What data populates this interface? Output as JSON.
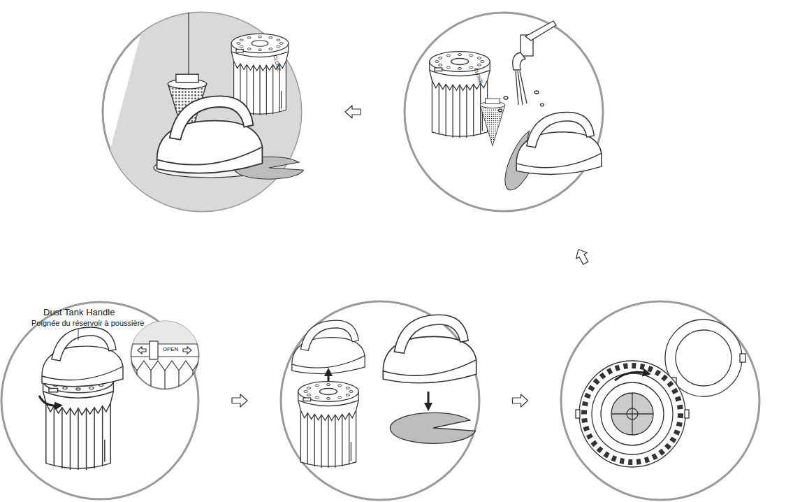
{
  "diagram": {
    "nodes": [
      {
        "text": [
          "CLOSE"
        ]
      },
      {
        "text": [
          "CLOSE"
        ]
      },
      {
        "text": [
          "Dust Tank Handle",
          "Poignée du réservoir à poussière"
        ]
      },
      {
        "text": [
          "OPEN"
        ],
        "in": 2
      },
      {
        "text": []
      },
      {
        "text": []
      }
    ],
    "edges": [
      {
        "from": 2,
        "to": 4,
        "arrow": "to"
      },
      {
        "from": 4,
        "to": 5,
        "arrow": "to"
      },
      {
        "from": 5,
        "to": 1,
        "arrow": "to"
      },
      {
        "from": 1,
        "to": 0,
        "arrow": "to"
      }
    ]
  }
}
